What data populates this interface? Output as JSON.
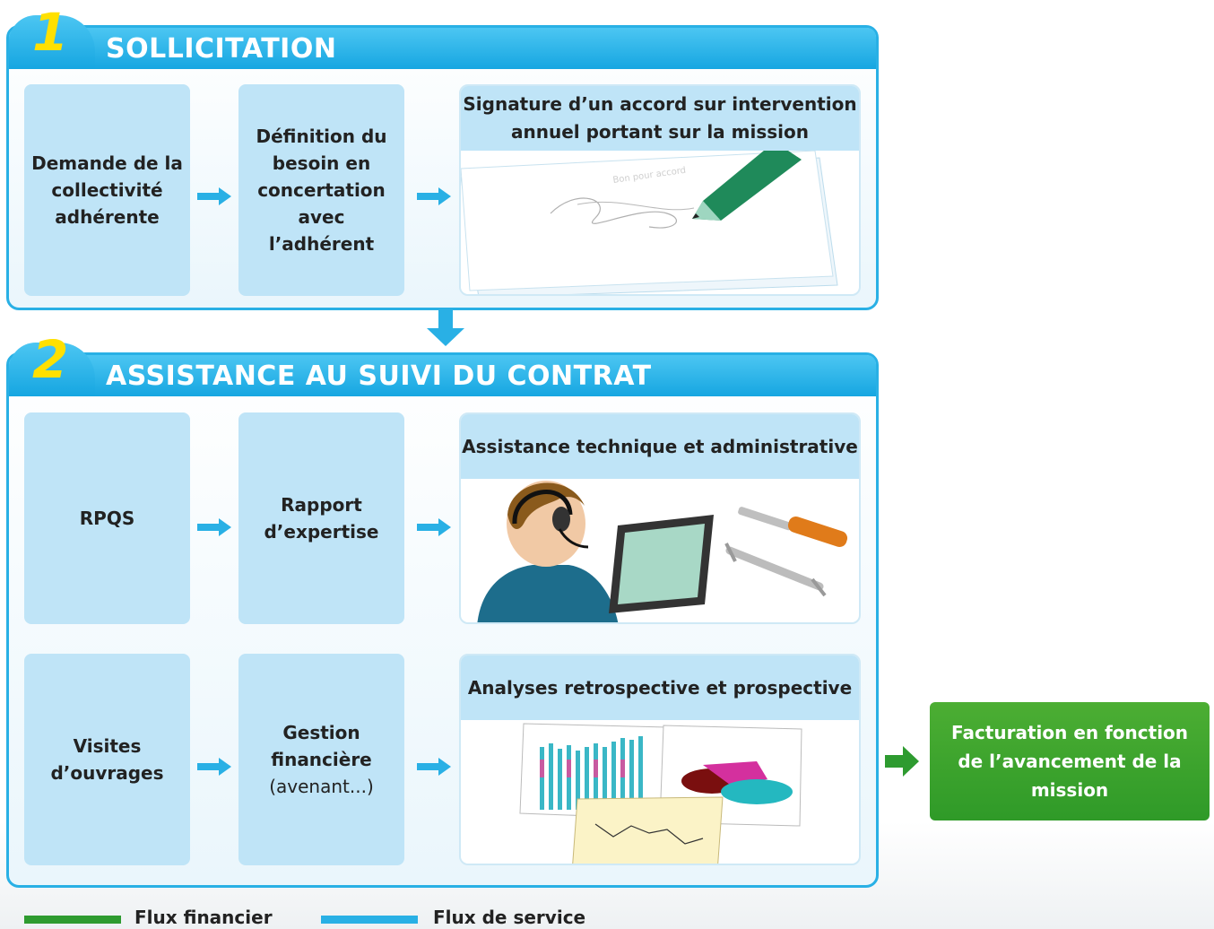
{
  "sections": [
    {
      "number": "1",
      "title": "SOLLICITATION",
      "boxes": [
        {
          "label": "Demande de la collectivité adhérente"
        },
        {
          "label": "Définition du besoin en concertation avec l’adhérent"
        }
      ],
      "image_panel": {
        "label": "Signature d’un accord sur intervention annuel portant sur la mission",
        "paper_text": "Bon pour accord"
      }
    },
    {
      "number": "2",
      "title": "ASSISTANCE AU SUIVI DU CONTRAT",
      "row1": {
        "boxes": [
          {
            "label": "RPQS"
          },
          {
            "label": "Rapport d’expertise"
          }
        ],
        "image_panel": {
          "label": "Assistance technique et administrative"
        }
      },
      "row2": {
        "boxes": [
          {
            "label": "Visites d’ouvrages"
          },
          {
            "label": "Gestion financière",
            "sub": "(avenant...)"
          }
        ],
        "image_panel": {
          "label": "Analyses retrospective et prospective"
        }
      }
    }
  ],
  "result_box": {
    "label": "Facturation en fonction de l’avancement de la mission"
  },
  "legend": [
    {
      "label": "Flux financier",
      "color": "#2e9b30"
    },
    {
      "label": "Flux de service",
      "color": "#29b0e5"
    }
  ],
  "colors": {
    "service_arrow": "#29b0e5",
    "financial_arrow": "#2e9b30",
    "number": "#ffe000"
  }
}
